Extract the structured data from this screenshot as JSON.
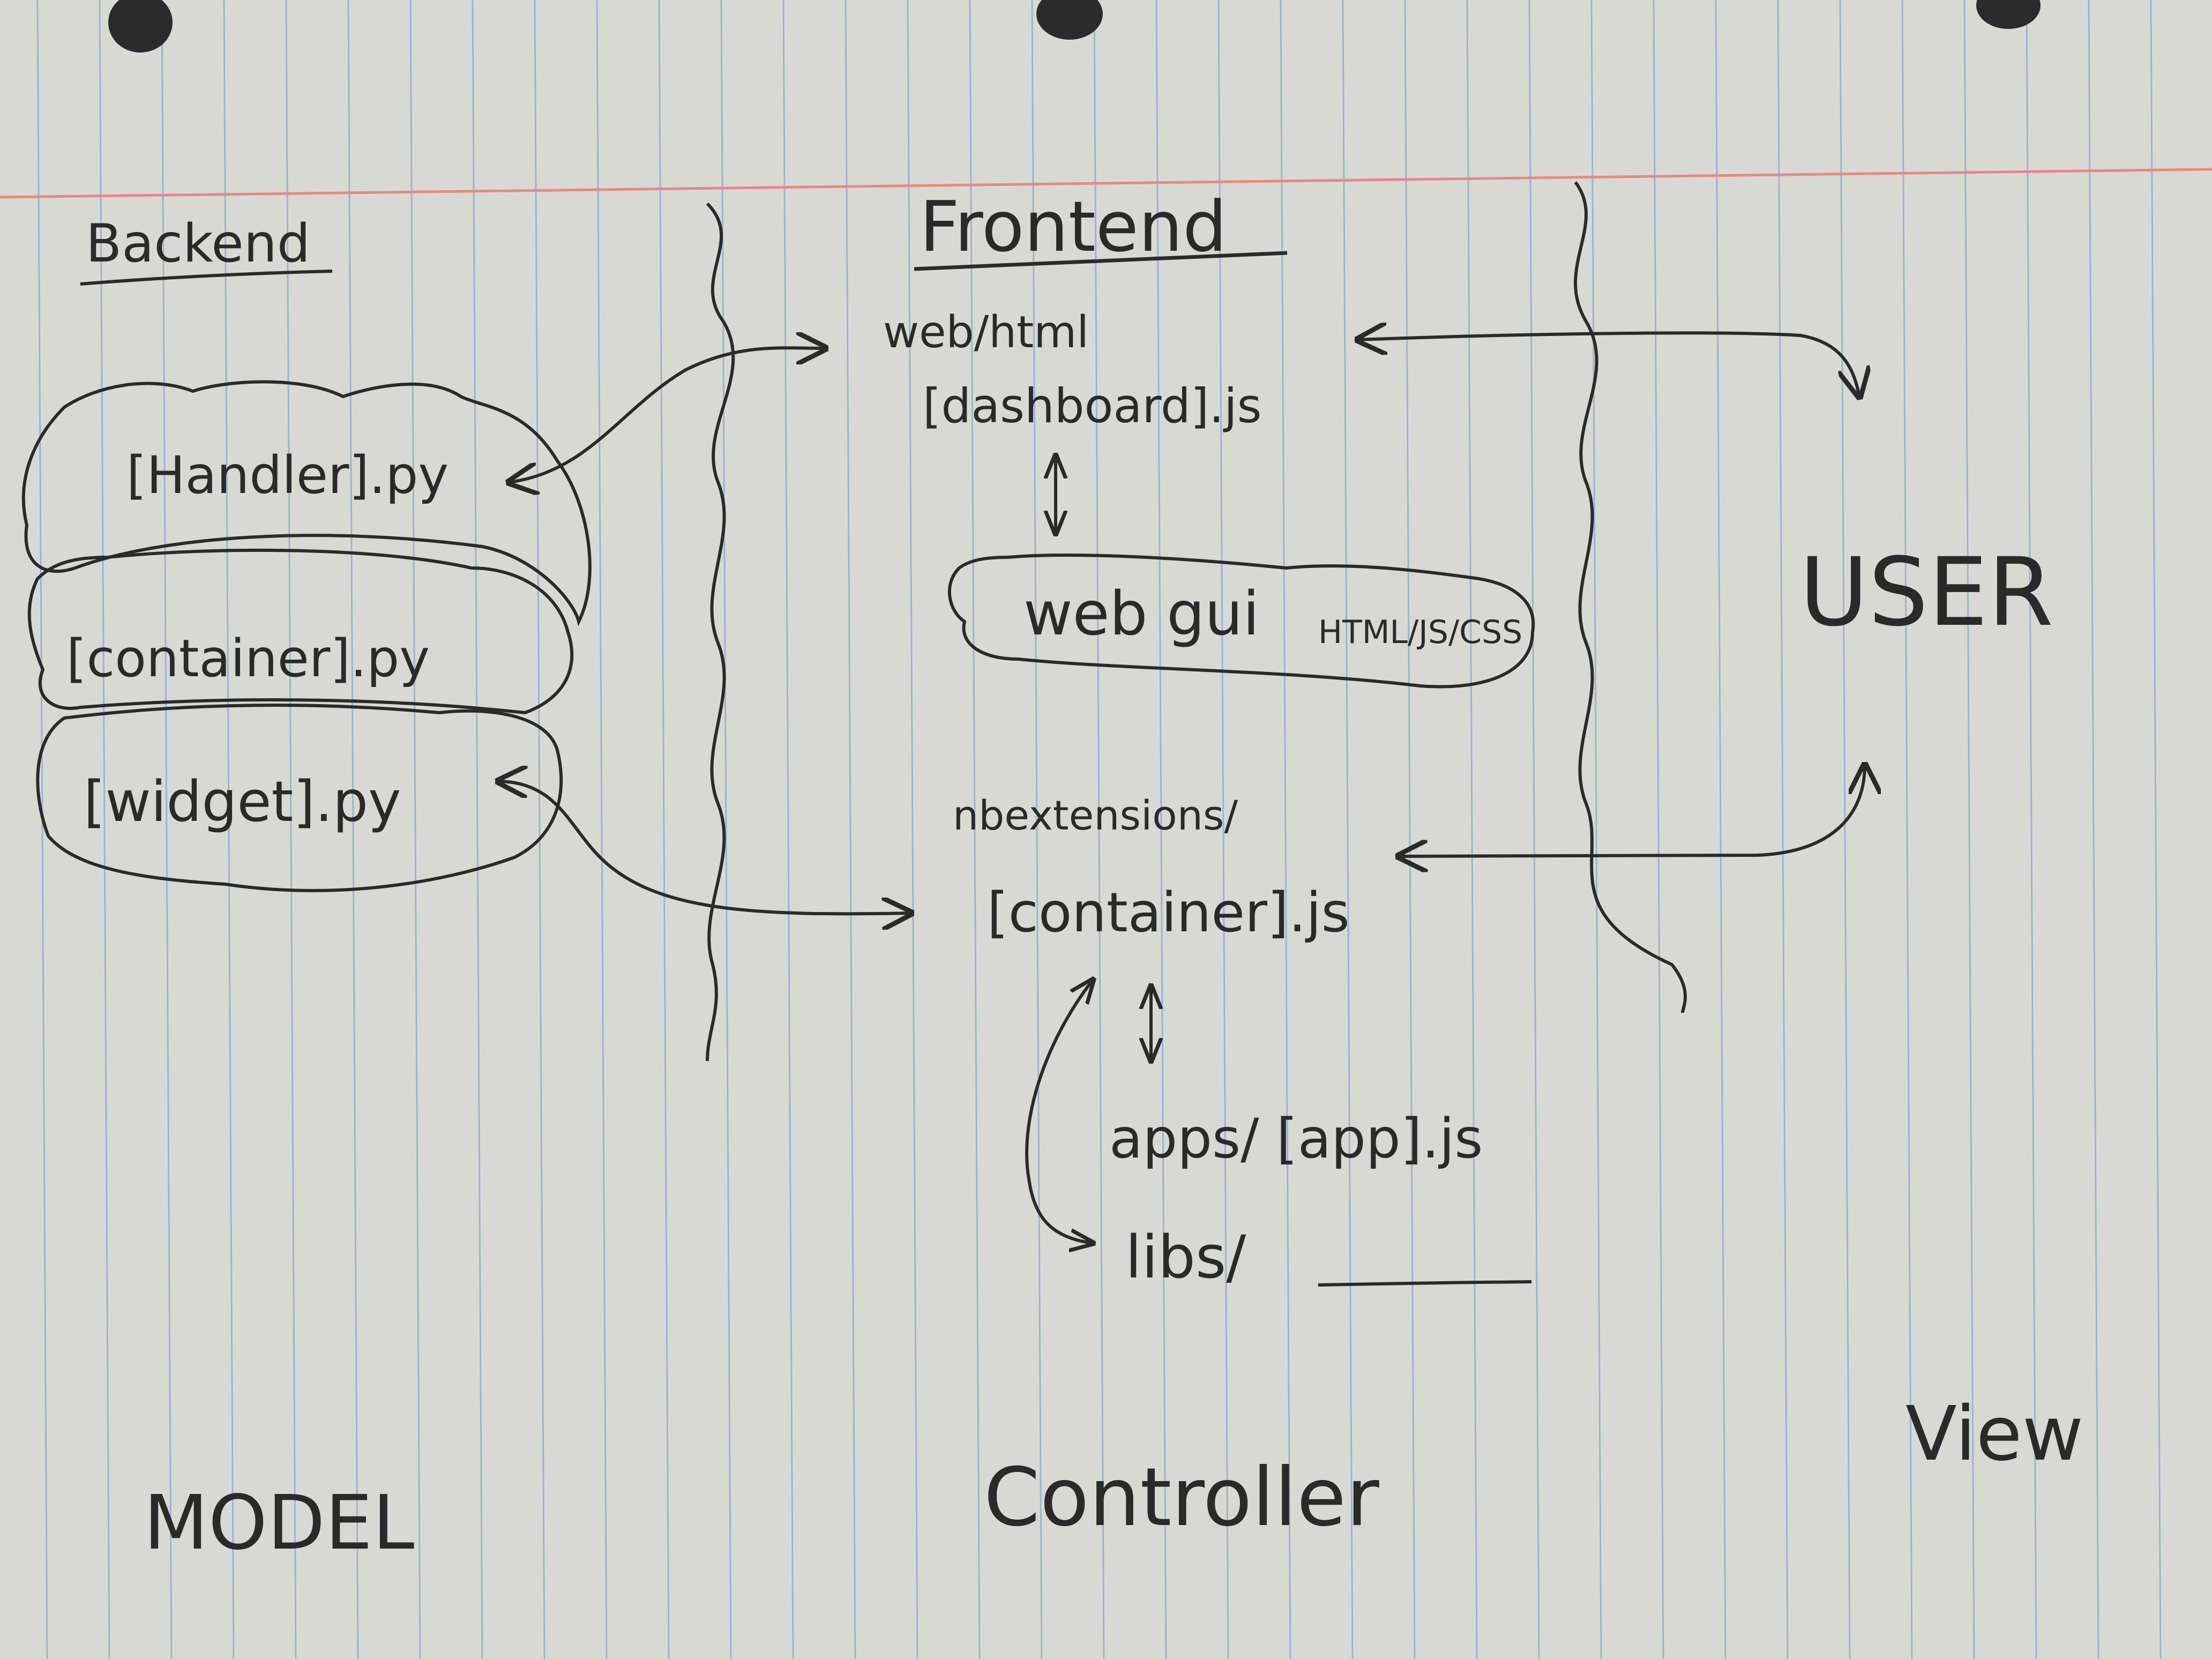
{
  "colors": {
    "paper": "#d9d9d4",
    "blue_rule": "#9fb3cf",
    "red_margin": "#e38a8a",
    "ink": "#2a2a2a"
  },
  "headings": {
    "backend": "Backend",
    "frontend": "Frontend"
  },
  "backend_files": {
    "handler": "[Handler].py",
    "container": "[container].py",
    "widget": "[widget].py"
  },
  "frontend_items": {
    "web_html": "web/html",
    "dashboard": "[dashboard].js",
    "web_gui": "web gui",
    "web_gui_types": "HTML/JS/CSS",
    "nbextensions": "nbextensions/",
    "container_js": "[container].js",
    "apps": "apps/ [app].js",
    "libs": "libs/"
  },
  "user_label": "USER",
  "section_labels": {
    "model": "MODEL",
    "controller": "Controller",
    "view": "View"
  },
  "icons": [
    "binder-hole-icon",
    "arrow-icon",
    "double-arrow-icon"
  ]
}
